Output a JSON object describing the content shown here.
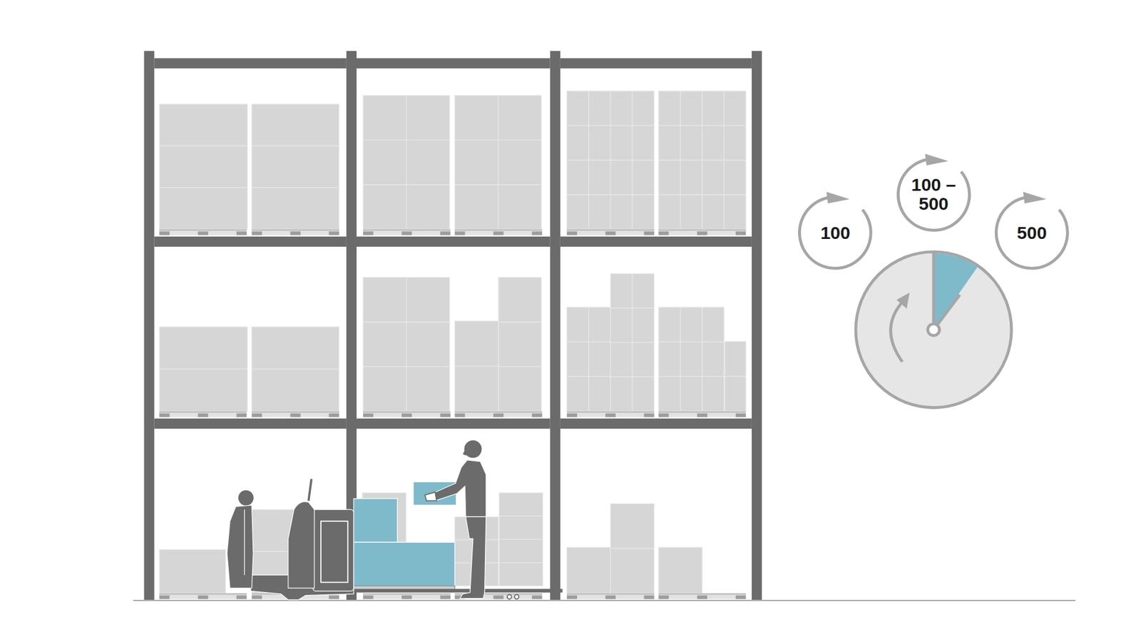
{
  "diagram": {
    "nodes": [
      {
        "text": [
          "100"
        ]
      },
      {
        "text": [
          "100 – 500"
        ]
      },
      {
        "text": [
          "500"
        ]
      }
    ]
  }
}
